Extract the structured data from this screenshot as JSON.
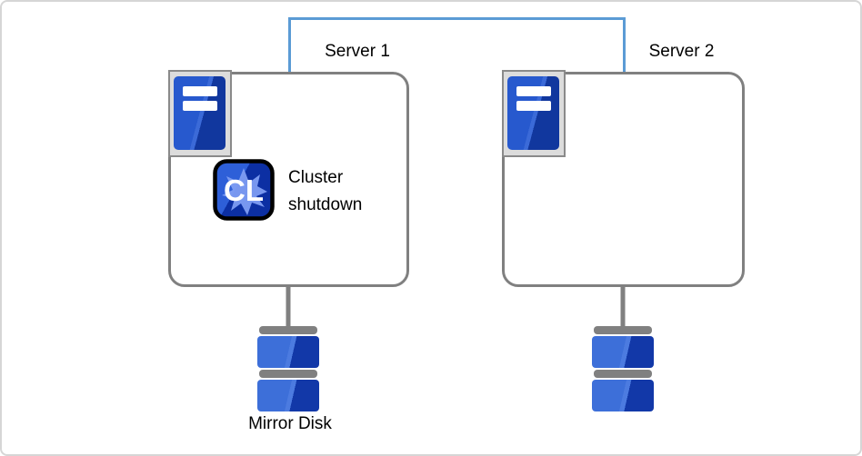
{
  "colors": {
    "canvas_border": "#d6d6d6",
    "interconnect_blue": "#5b9bd5",
    "outline_gray": "#808080",
    "icon_box_fill": "#dcdcdc",
    "icon_box_border": "#8a8a8a",
    "server_icon_light": "#2759ce",
    "server_icon_stripe": "#3b6ad8",
    "server_icon_dark": "#11379e",
    "disk_light": "#3d6fd9",
    "disk_stripe": "#4c7be0",
    "disk_dark": "#1238a8",
    "cl_bg_light": "#2e5fd8",
    "cl_bg_dark": "#0c2fa3",
    "cl_splat": "#7e9df3",
    "text": "#000000"
  },
  "servers": [
    {
      "label": "Server 1",
      "annotation": {
        "icon_text": "CL",
        "text": "Cluster shutdown"
      },
      "disk": {
        "label": "Mirror Disk"
      }
    },
    {
      "label": "Server 2"
    }
  ]
}
